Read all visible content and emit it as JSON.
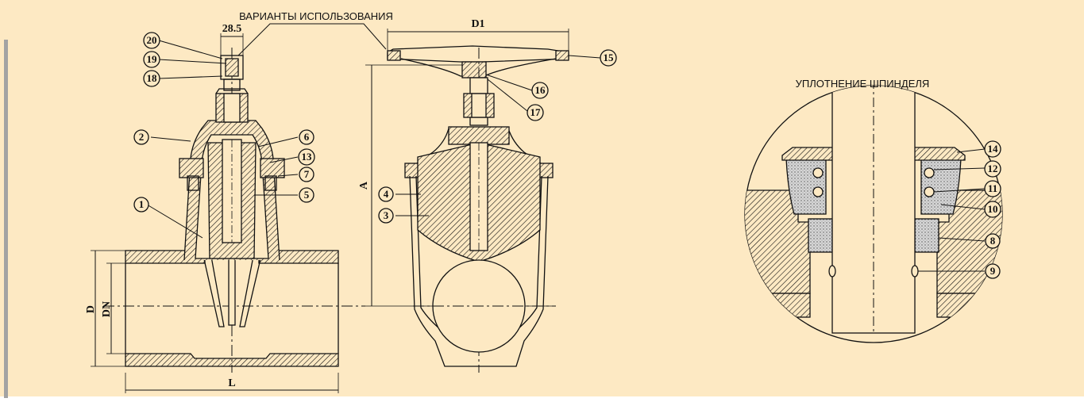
{
  "labels": {
    "usage_variants": "ВАРИАНТЫ ИСПОЛЬЗОВАНИЯ",
    "stem_seal": "УПЛОТНЕНИЕ ШПИНДЕЛЯ"
  },
  "dimensions": {
    "d1": "D1",
    "width_28_5": "28.5",
    "a": "A",
    "d": "D",
    "dn": "DN",
    "l": "L"
  },
  "callouts": {
    "c1": "1",
    "c2": "2",
    "c3": "3",
    "c4": "4",
    "c5": "5",
    "c6": "6",
    "c7": "7",
    "c8": "8",
    "c9": "9",
    "c10": "10",
    "c11": "11",
    "c12": "12",
    "c13": "13",
    "c14": "14",
    "c15": "15",
    "c16": "16",
    "c17": "17",
    "c18": "18",
    "c19": "19",
    "c20": "20"
  },
  "colors": {
    "panel_bg": "#fde9c3",
    "line": "#111111",
    "strip": "#a3a3a3"
  }
}
